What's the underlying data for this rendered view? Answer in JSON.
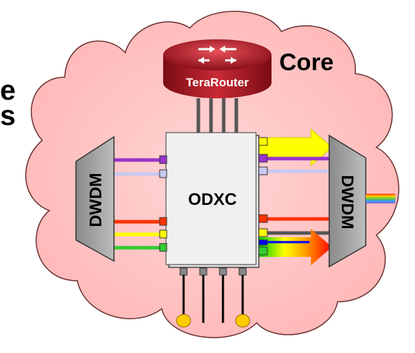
{
  "diagram": {
    "left_partial_text_top": "e",
    "left_partial_text_bottom": "s",
    "core_label": "Core",
    "router_label": "TeraRouter",
    "switch_label": "ODXC",
    "dwdm_left_label": "DWDM",
    "dwdm_right_label": "DWDM"
  },
  "colors": {
    "cloud_fill": "#ffc4c4",
    "cloud_stroke": "#6b3030",
    "router_red": "#c0202a",
    "switch_fill": "#e6e6e6",
    "dwdm_fill": "#a8a8a8",
    "purple": "#9933cc",
    "lavender": "#c8c8f0",
    "red": "#ff3300",
    "yellow": "#ffff00",
    "green": "#33cc33",
    "blue": "#0000ff",
    "port_gray": "#888888",
    "end_node": "#ffcc00"
  },
  "icons": [
    "router-icon",
    "optical-switch-icon",
    "multiplexer-icon",
    "end-node-icon"
  ]
}
